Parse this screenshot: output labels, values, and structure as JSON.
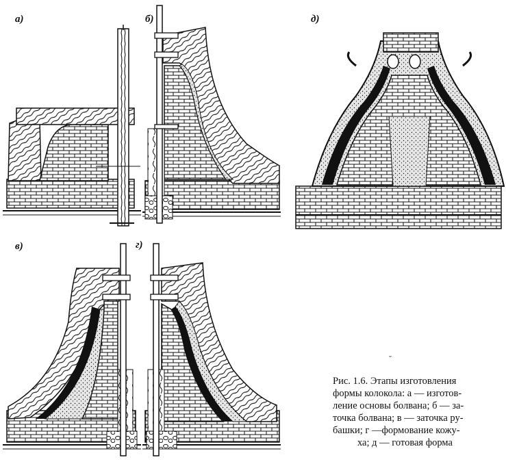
{
  "figure": {
    "panels": [
      {
        "label": "а)"
      },
      {
        "label": "б)"
      },
      {
        "label": "д)"
      },
      {
        "label": "в)"
      },
      {
        "label": "г)"
      }
    ],
    "caption_lines": [
      "Рис. 1.6. Этапы изготовления",
      "формы колокола: а — изготов-",
      "ление основы болвана; б — за-",
      "точка болвана; в — заточка ру-",
      "башки; г —формование кожу-",
      "ха; д — готовая форма"
    ],
    "colors": {
      "ink": "#111111",
      "paper": "#ffffff",
      "sand": "#d9d9d9"
    }
  }
}
